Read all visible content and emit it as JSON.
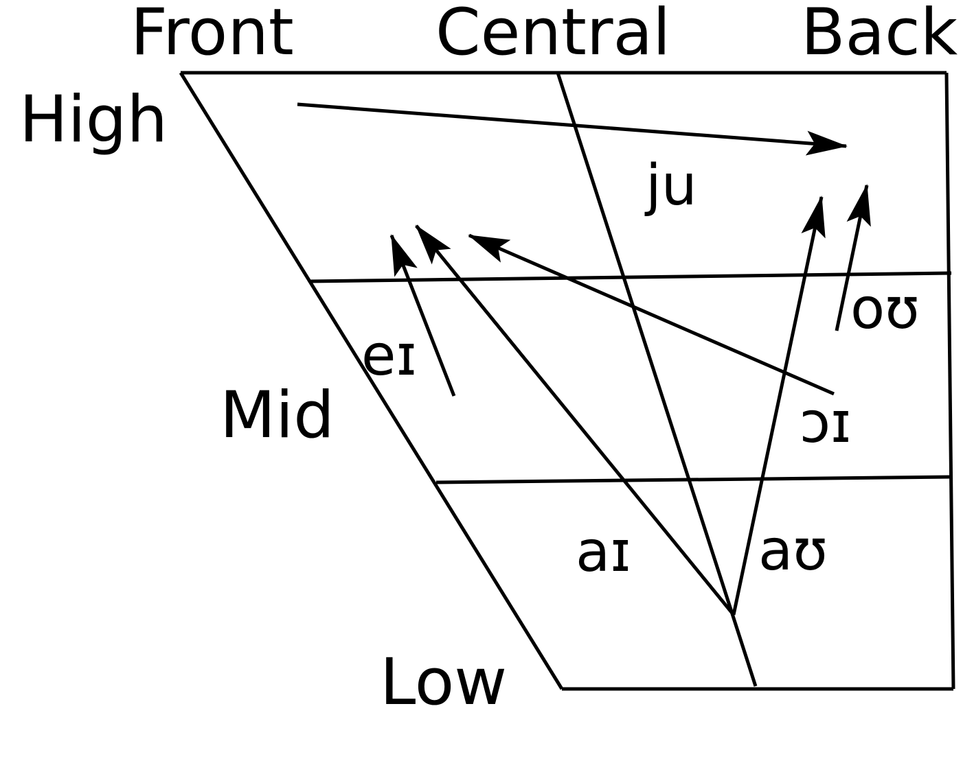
{
  "columns": {
    "front": "Front",
    "central": "Central",
    "back": "Back"
  },
  "rows": {
    "high": "High",
    "mid": "Mid",
    "low": "Low"
  },
  "diphthongs": {
    "ju": "ju",
    "ei": "eɪ",
    "ou": "oʊ",
    "oi": "ɔɪ",
    "ai": "aɪ",
    "au": "aʊ"
  },
  "colors": {
    "ink": "#000000",
    "background": "#ffffff"
  }
}
